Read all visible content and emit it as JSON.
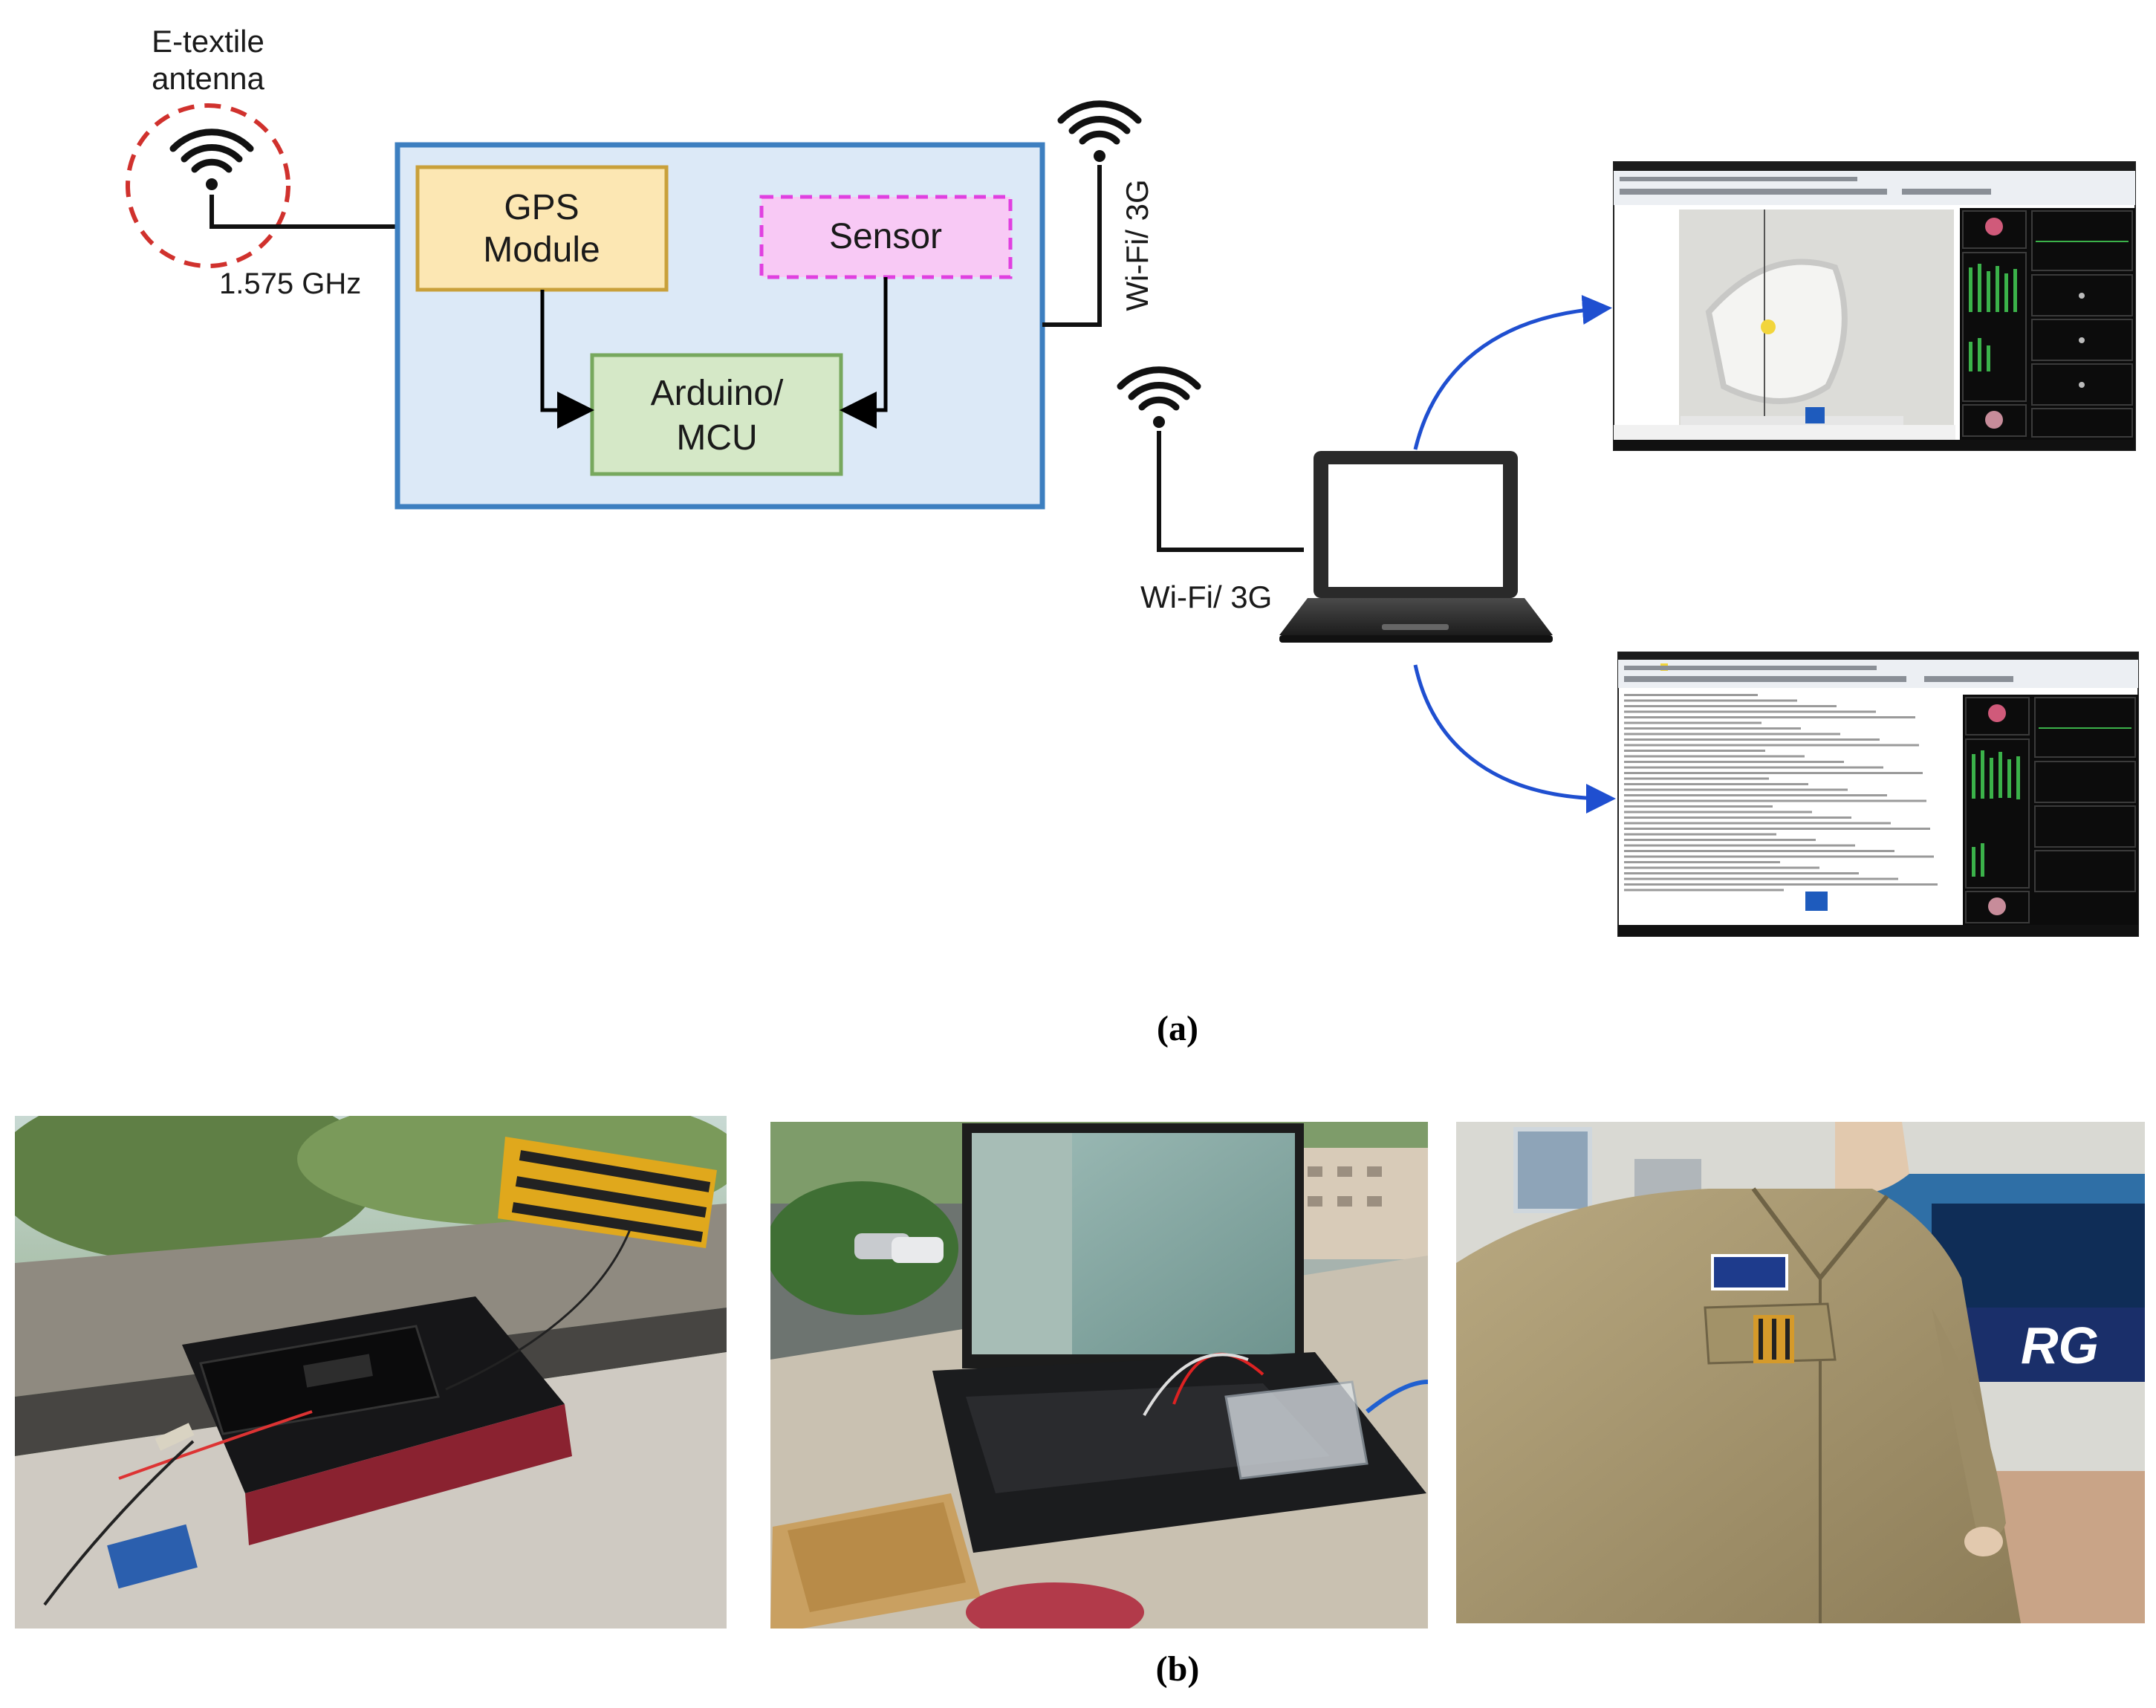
{
  "diagram": {
    "antenna_label_line1": "E-textile",
    "antenna_label_line2": "antenna",
    "frequency_label": "1.575 GHz",
    "gps_module_line1": "GPS",
    "gps_module_line2": "Module",
    "sensor_label": "Sensor",
    "mcu_line1": "Arduino/",
    "mcu_line2": "MCU",
    "uplink_label": "Wi-Fi/ 3G",
    "laptop_link_label": "Wi-Fi/ 3G",
    "colors": {
      "system_box_fill": "#dce9f7",
      "system_box_stroke": "#3d7fc0",
      "gps_fill": "#fce7b3",
      "gps_stroke": "#c9a03a",
      "sensor_fill": "#f8c9f5",
      "sensor_stroke": "#e040e0",
      "mcu_fill": "#d5e8c7",
      "mcu_stroke": "#77a85e",
      "antenna_circle": "#d0312d",
      "arrow_blue": "#1f4fd0"
    }
  },
  "captions": {
    "part_a": "(a)",
    "part_b": "(b)"
  },
  "photos": {
    "logo_text": "RG"
  }
}
